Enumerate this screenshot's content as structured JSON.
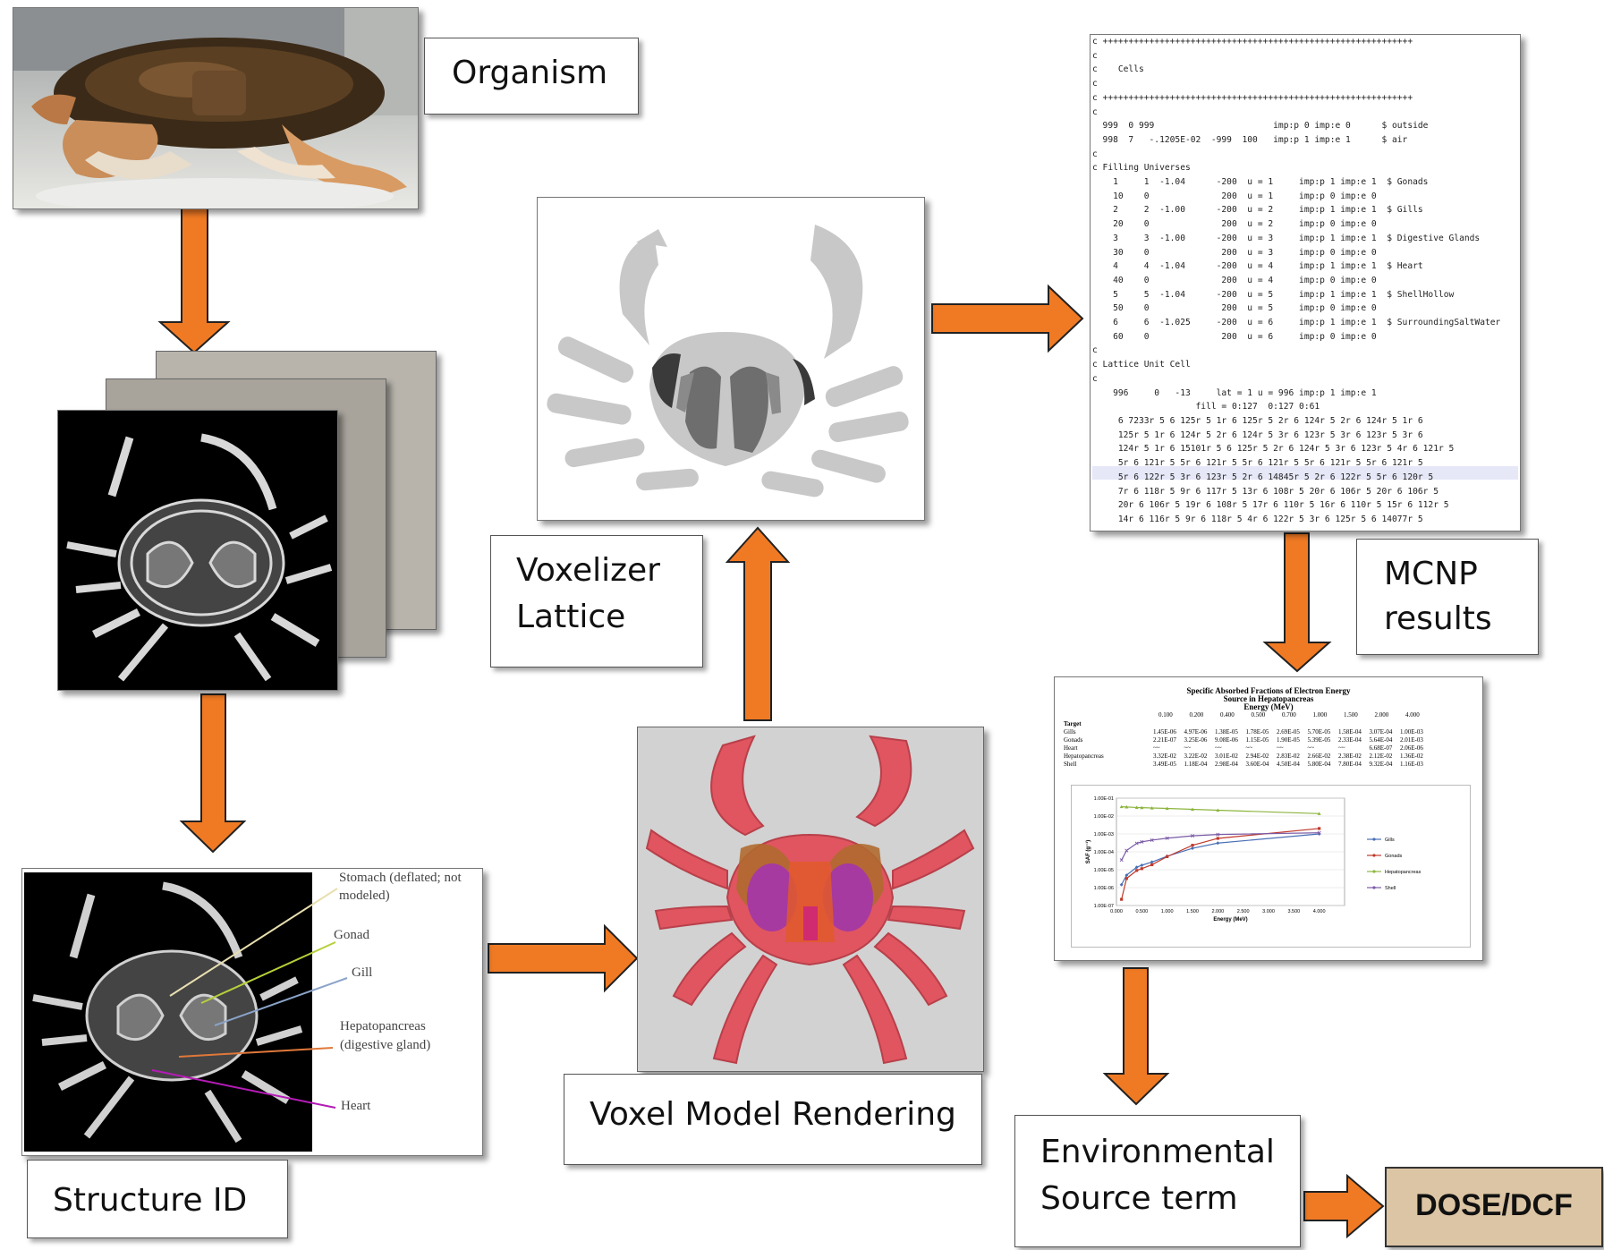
{
  "stages": {
    "organism": "Organism",
    "voxelizer_l1": "Voxelizer",
    "voxelizer_l2": "Lattice",
    "mcnp_l1": "MCNP",
    "mcnp_l2": "results",
    "structure_id": "Structure ID",
    "voxel_render": "Voxel Model Rendering",
    "env_l1": "Environmental",
    "env_l2": "Source term",
    "dose": "DOSE/DCF"
  },
  "annotations": [
    "Stomach (deflated; not",
    "modeled)",
    "Gonad",
    "Gill",
    "Hepatopancreas",
    "(digestive gland)",
    "Heart"
  ],
  "mcnp_lines": [
    "c ++++++++++++++++++++++++++++++++++++++++++++++++++++++++++++",
    "c",
    "c    Cells",
    "c",
    "c ++++++++++++++++++++++++++++++++++++++++++++++++++++++++++++",
    "c",
    "  999  0 999                       imp:p 0 imp:e 0      $ outside",
    "  998  7   -.1205E-02  -999  100   imp:p 1 imp:e 1      $ air",
    "c",
    "c Filling Universes",
    "    1     1  -1.04      -200  u = 1     imp:p 1 imp:e 1  $ Gonads",
    "    10    0              200  u = 1     imp:p 0 imp:e 0",
    "    2     2  -1.00      -200  u = 2     imp:p 1 imp:e 1  $ Gills",
    "    20    0              200  u = 2     imp:p 0 imp:e 0",
    "    3     3  -1.00      -200  u = 3     imp:p 1 imp:e 1  $ Digestive Glands",
    "    30    0              200  u = 3     imp:p 0 imp:e 0",
    "    4     4  -1.04      -200  u = 4     imp:p 1 imp:e 1  $ Heart",
    "    40    0              200  u = 4     imp:p 0 imp:e 0",
    "    5     5  -1.04      -200  u = 5     imp:p 1 imp:e 1  $ ShellHollow",
    "    50    0              200  u = 5     imp:p 0 imp:e 0",
    "    6     6  -1.025     -200  u = 6     imp:p 1 imp:e 1  $ SurroundingSaltWater",
    "    60    0              200  u = 6     imp:p 0 imp:e 0",
    "c",
    "c Lattice Unit Cell",
    "c",
    "    996     0   -13     lat = 1 u = 996 imp:p 1 imp:e 1",
    "                    fill = 0:127  0:127 0:61",
    "     6 7233r 5 6 125r 5 1r 6 125r 5 2r 6 124r 5 2r 6 124r 5 1r 6",
    "     125r 5 1r 6 124r 5 2r 6 124r 5 3r 6 123r 5 3r 6 123r 5 3r 6",
    "     124r 5 1r 6 15101r 5 6 125r 5 2r 6 124r 5 3r 6 123r 5 4r 6 121r 5",
    "     5r 6 121r 5 5r 6 121r 5 5r 6 121r 5 5r 6 121r 5 5r 6 121r 5",
    "     5r 6 122r 5 3r 6 123r 5 2r 6 14845r 5 2r 6 122r 5 5r 6 120r 5",
    "     7r 6 118r 5 9r 6 117r 5 13r 6 108r 5 20r 6 106r 5 20r 6 106r 5",
    "     20r 6 106r 5 19r 6 108r 5 17r 6 110r 5 16r 6 110r 5 15r 6 112r 5",
    "     14r 6 116r 5 9r 6 118r 5 4r 6 122r 5 3r 6 125r 5 6 14077r 5"
  ],
  "saf_table": {
    "title_l1": "Specific Absorbed Fractions of Electron Energy",
    "title_l2": "Source in Hepatopancreas",
    "title_l3": "Energy (MeV)",
    "energies": [
      "0.100",
      "0.200",
      "0.400",
      "0.500",
      "0.700",
      "1.000",
      "1.500",
      "2.000",
      "4.000"
    ],
    "target_label": "Target",
    "rows": [
      {
        "name": "Gills",
        "values": [
          "1.45E-06",
          "4.97E-06",
          "1.38E-05",
          "1.78E-05",
          "2.69E-05",
          "5.70E-05",
          "1.58E-04",
          "3.07E-04",
          "1.00E-03"
        ]
      },
      {
        "name": "Gonads",
        "values": [
          "2.21E-07",
          "3.25E-06",
          "9.08E-06",
          "1.15E-05",
          "1.90E-05",
          "5.39E-05",
          "2.33E-04",
          "5.64E-04",
          "2.01E-03"
        ]
      },
      {
        "name": "Heart",
        "values": [
          "~~",
          "~~",
          "~~",
          "~~",
          "~~",
          "~~",
          "~~",
          "6.68E-07",
          "2.06E-06"
        ]
      },
      {
        "name": "Hepatopancreas",
        "values": [
          "3.32E-02",
          "3.22E-02",
          "3.01E-02",
          "2.94E-02",
          "2.83E-02",
          "2.66E-02",
          "2.38E-02",
          "2.12E-02",
          "1.36E-02"
        ]
      },
      {
        "name": "Shell",
        "values": [
          "3.49E-05",
          "1.18E-04",
          "2.98E-04",
          "3.60E-04",
          "4.50E-04",
          "5.80E-04",
          "7.80E-04",
          "9.32E-04",
          "1.16E-03"
        ]
      }
    ]
  },
  "chart_data": {
    "type": "line",
    "title": "",
    "xlabel": "Energy (MeV)",
    "ylabel": "SAF (g⁻¹)",
    "xlim": [
      0,
      4.5
    ],
    "ylim": [
      1e-07,
      0.1
    ],
    "yscale": "log",
    "xticks": [
      "0.000",
      "0.500",
      "1.000",
      "1.500",
      "2.000",
      "2.500",
      "3.000",
      "3.500",
      "4.000"
    ],
    "yticks": [
      "1.00E-07",
      "1.00E-06",
      "1.00E-05",
      "1.00E-04",
      "1.00E-03",
      "1.00E-02",
      "1.00E-01"
    ],
    "x": [
      0.1,
      0.2,
      0.4,
      0.5,
      0.7,
      1.0,
      1.5,
      2.0,
      4.0
    ],
    "legend_position": "right",
    "series": [
      {
        "name": "Gills",
        "color": "#4a6fb5",
        "marker": "diamond",
        "values": [
          1.45e-06,
          4.97e-06,
          1.38e-05,
          1.78e-05,
          2.69e-05,
          5.7e-05,
          0.000158,
          0.000307,
          0.001
        ]
      },
      {
        "name": "Gonads",
        "color": "#c0392b",
        "marker": "square",
        "values": [
          2.21e-07,
          3.25e-06,
          9.08e-06,
          1.15e-05,
          1.9e-05,
          5.39e-05,
          0.000233,
          0.000564,
          0.00201
        ]
      },
      {
        "name": "Hepatopancreas",
        "color": "#8db53f",
        "marker": "triangle",
        "values": [
          0.0332,
          0.0322,
          0.0301,
          0.0294,
          0.0283,
          0.0266,
          0.0238,
          0.0212,
          0.0136
        ]
      },
      {
        "name": "Shell",
        "color": "#7a5aa6",
        "marker": "x",
        "values": [
          3.49e-05,
          0.000118,
          0.000298,
          0.00036,
          0.00045,
          0.00058,
          0.00078,
          0.000932,
          0.00116
        ]
      }
    ]
  },
  "colors": {
    "arrow": "#f07a24",
    "arrow_edge": "#222222",
    "dose_box": "#dcc5a4",
    "ct_bg": "#000000"
  }
}
